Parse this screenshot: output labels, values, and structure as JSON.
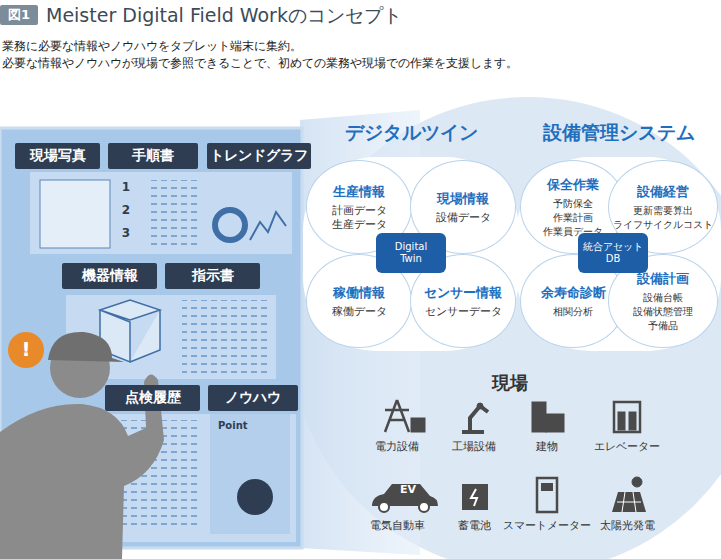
{
  "diagram": {
    "title": "Meister Digital Field Workのコンセプト",
    "caption": "業務に必要な情報やノウハウをタブレット端末に集約。 必要な情報やノウハウが現場で参照できることで、初めての業務や現場での作業を支援します。",
    "nodes": [
      {
        "text": [
          "現場写真"
        ]
      },
      {
        "text": [
          "手順書"
        ]
      },
      {
        "text": [
          "トレンドグラフ"
        ]
      },
      {
        "text": [
          "機器情報"
        ]
      },
      {
        "text": [
          "指示書"
        ]
      },
      {
        "text": [
          "点検履歴"
        ]
      },
      {
        "text": [
          "ノウハウ"
        ]
      },
      {
        "text": [
          "デジタルツイン"
        ]
      },
      {
        "text": [
          "生産情報",
          "計画データ 生産データ"
        ],
        "in": 7
      },
      {
        "text": [
          "現場情報",
          "設備データ"
        ],
        "in": 7
      },
      {
        "text": [
          "稼働情報",
          "稼働データ"
        ],
        "in": 7
      },
      {
        "text": [
          "センサー情報",
          "センサーデータ"
        ],
        "in": 7
      },
      {
        "text": [
          "Digital Twin"
        ],
        "in": 7
      },
      {
        "text": [
          "設備管理システム"
        ]
      },
      {
        "text": [
          "保全作業",
          "予防保全 作業計画 作業員データ"
        ],
        "in": 13
      },
      {
        "text": [
          "設備経営",
          "更新需要算出 ライフサイクルコスト"
        ],
        "in": 13
      },
      {
        "text": [
          "余寿命診断",
          "相関分析"
        ],
        "in": 13
      },
      {
        "text": [
          "設備計画",
          "設備台帳 設備状態管理 予備品"
        ],
        "in": 13
      },
      {
        "text": [
          "統合アセット DB"
        ],
        "in": 13
      }
    ],
    "labels": [
      "図1",
      "現場",
      "電力設備",
      "工場設備",
      "建物",
      "エレベーター",
      "電気自動車",
      "蓄電池",
      "スマートメーター",
      "太陽光発電",
      "EV",
      "1",
      "2",
      "3",
      "Point",
      "!"
    ]
  }
}
